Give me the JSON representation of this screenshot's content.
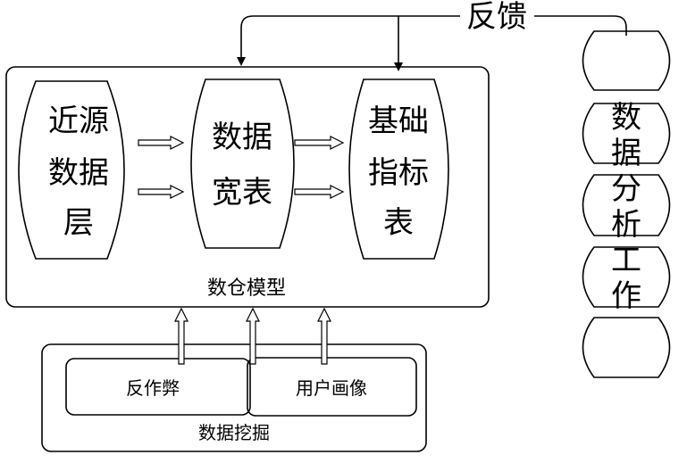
{
  "feedback": {
    "label": "反馈"
  },
  "warehouse": {
    "label": "数仓模型",
    "near_source": {
      "lines": [
        "近源",
        "数据",
        "层"
      ]
    },
    "wide_table": {
      "lines": [
        "数据",
        "宽表"
      ]
    },
    "base_metrics": {
      "lines": [
        "基础",
        "指标",
        "表"
      ]
    }
  },
  "mining": {
    "label": "数据挖掘",
    "anti_fraud": "反作弊",
    "user_profile": "用户画像"
  },
  "analysis": {
    "chars": [
      "数",
      "据",
      "分",
      "析",
      "工",
      "作"
    ]
  }
}
